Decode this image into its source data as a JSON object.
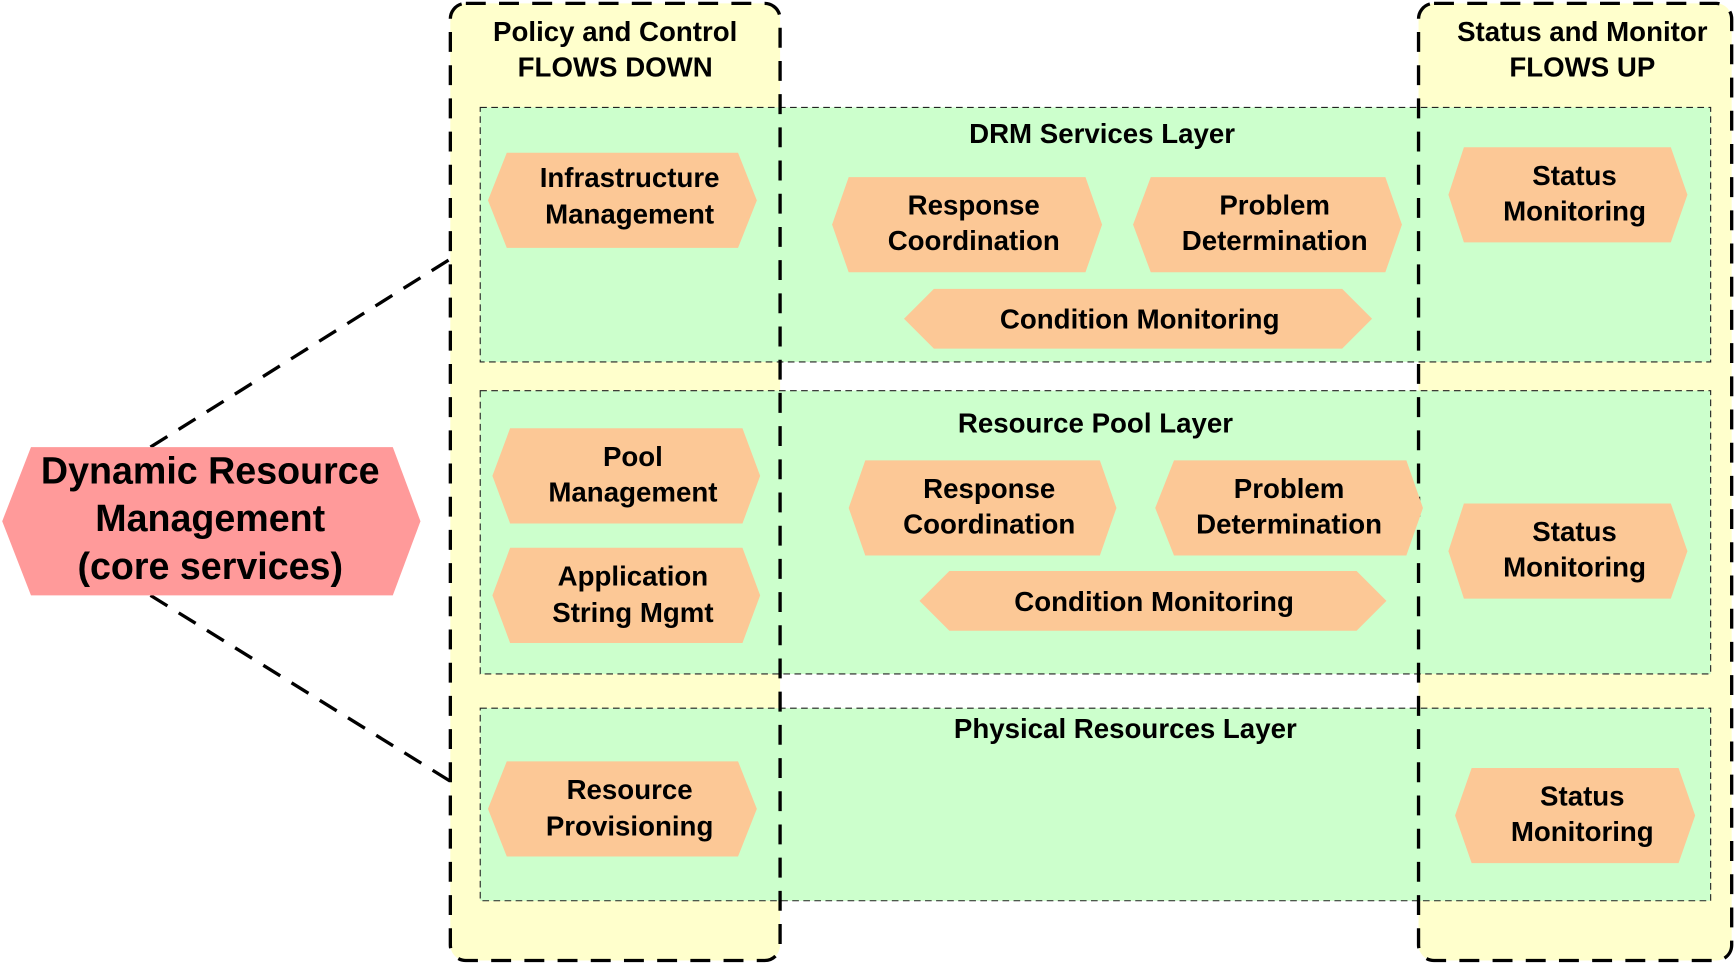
{
  "core": {
    "lines": [
      "Dynamic Resource",
      "Management",
      "(core services)"
    ],
    "color": "#ff9a9a"
  },
  "flows": {
    "policy": {
      "line1": "Policy and Control",
      "line2": "FLOWS DOWN"
    },
    "status": {
      "line1": "Status and Monitor",
      "line2": "FLOWS UP"
    },
    "color": "#ffffcc"
  },
  "layers": {
    "drm": {
      "title": "DRM Services Layer",
      "infrastructure": [
        "Infrastructure",
        "Management"
      ],
      "response": [
        "Response",
        "Coordination"
      ],
      "problem": [
        "Problem",
        "Determination"
      ],
      "condition": "Condition Monitoring",
      "status": [
        "Status",
        "Monitoring"
      ]
    },
    "pool": {
      "title": "Resource Pool Layer",
      "pool_mgmt": [
        "Pool",
        "Management"
      ],
      "app_string": [
        "Application",
        "String Mgmt"
      ],
      "response": [
        "Response",
        "Coordination"
      ],
      "problem": [
        "Problem",
        "Determination"
      ],
      "condition": "Condition Monitoring",
      "status": [
        "Status",
        "Monitoring"
      ]
    },
    "physical": {
      "title": "Physical Resources Layer",
      "provisioning": [
        "Resource",
        "Provisioning"
      ],
      "status": [
        "Status",
        "Monitoring"
      ]
    },
    "color": "#ccffcc"
  },
  "service_color": "#fcc896"
}
